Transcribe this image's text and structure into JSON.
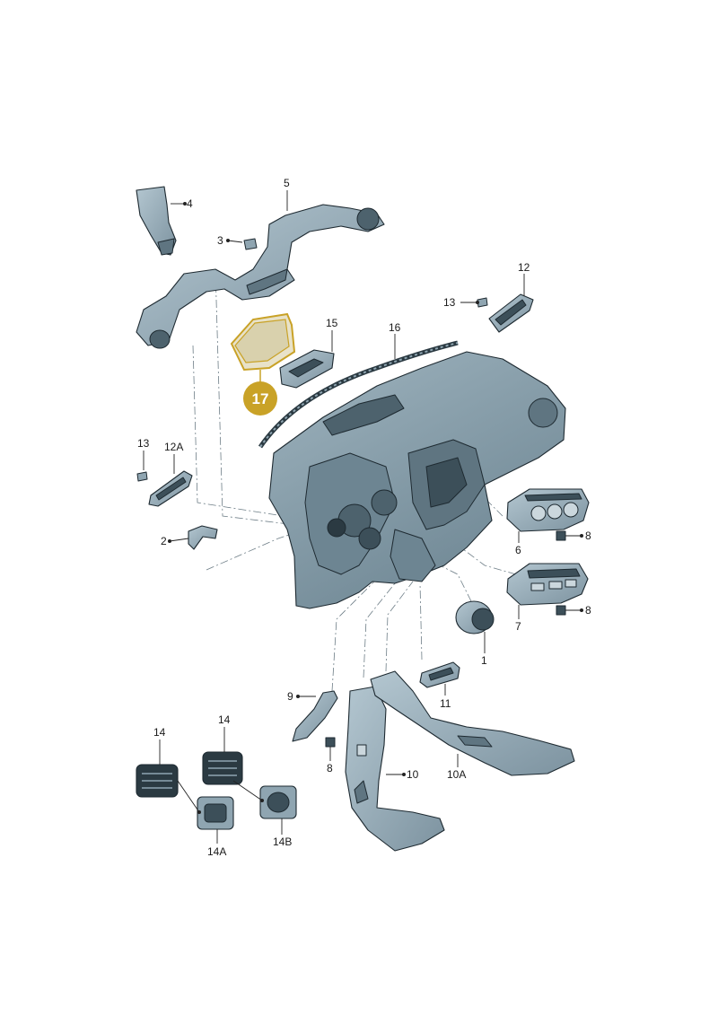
{
  "highlight": {
    "part_number": "17",
    "color": "#c9a227"
  },
  "colors": {
    "body": "#8fa5b1",
    "shade": "#5f7581",
    "dark": "#2b3a42",
    "light": "#b9cbd4"
  },
  "labels": {
    "p1": "1",
    "p2": "2",
    "p3": "3",
    "p4": "4",
    "p5": "5",
    "p6": "6",
    "p7": "7",
    "p8a": "8",
    "p8b": "8",
    "p8c": "8",
    "p9": "9",
    "p10": "10",
    "p10a": "10A",
    "p11": "11",
    "p12": "12",
    "p12a": "12A",
    "p13a": "13",
    "p13b": "13",
    "p14a": "14",
    "p14b": "14",
    "p14_a": "14A",
    "p14_b": "14B",
    "p15": "15",
    "p16": "16"
  }
}
